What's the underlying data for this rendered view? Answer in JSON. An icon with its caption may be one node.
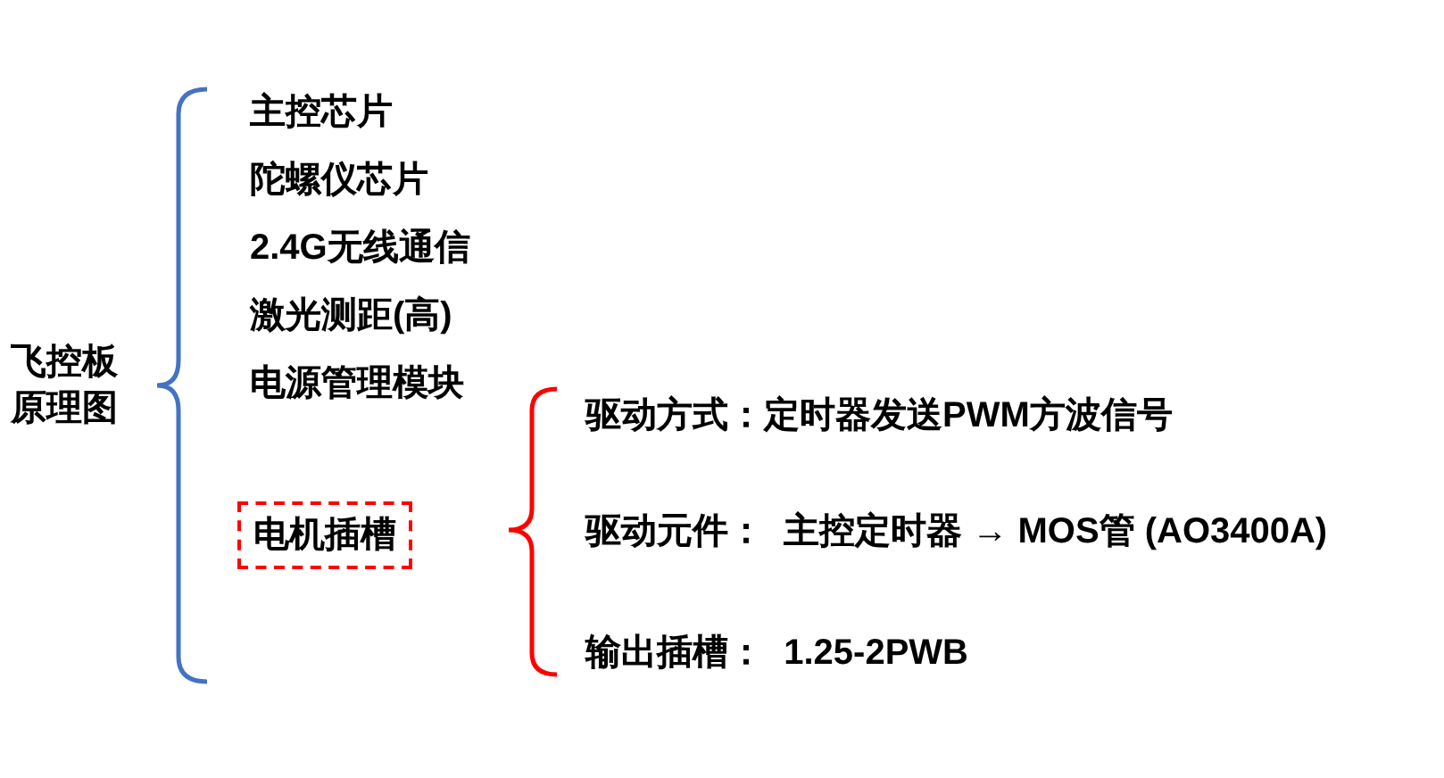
{
  "diagram": {
    "nodes": [
      {
        "text": [
          "飞控板原理图"
        ]
      },
      {
        "text": [
          "主控芯片"
        ]
      },
      {
        "text": [
          "陀螺仪芯片"
        ]
      },
      {
        "text": [
          "2.4G无线通信"
        ]
      },
      {
        "text": [
          "激光测距(高)"
        ]
      },
      {
        "text": [
          "电源管理模块"
        ]
      },
      {
        "text": [
          "电机插槽"
        ]
      },
      {
        "text": [
          "驱动方式：定时器发送PWM方波信号"
        ]
      },
      {
        "text": [
          "驱动元件：  主控定时器 → MOS管 (AO3400A)"
        ]
      },
      {
        "text": [
          "输出插槽：  1.25-2PWB"
        ]
      }
    ]
  }
}
